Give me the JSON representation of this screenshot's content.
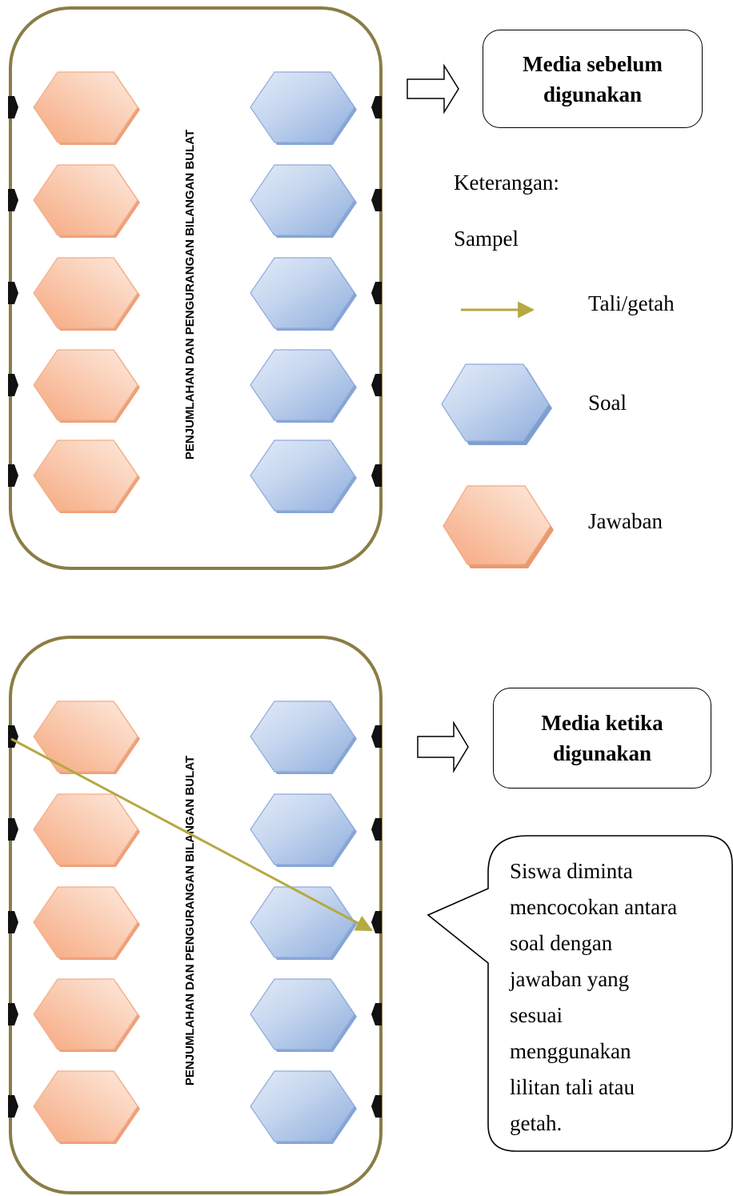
{
  "board_title": "PENJUMLAHAN DAN PENGURANGAN BILANGAN BULAT",
  "callout_before": {
    "line1": "Media sebelum",
    "line2": "digunakan"
  },
  "callout_during": {
    "line1": "Media ketika",
    "line2": "digunakan"
  },
  "legend": {
    "heading": "Keterangan:",
    "sample": "Sampel",
    "string_label": "Tali/getah",
    "question_label": "Soal",
    "answer_label": "Jawaban"
  },
  "speech": {
    "lines": [
      "Siswa diminta",
      "mencocokan antara",
      "soal dengan",
      "jawaban yang",
      "sesuai",
      "menggunakan",
      "lilitan tali atau",
      "getah."
    ]
  },
  "colors": {
    "board_border": "#8a7d45",
    "answer_fill": "#f7b894",
    "question_fill": "#a9c2e6",
    "string": "#b5a943",
    "peg": "#111111"
  }
}
